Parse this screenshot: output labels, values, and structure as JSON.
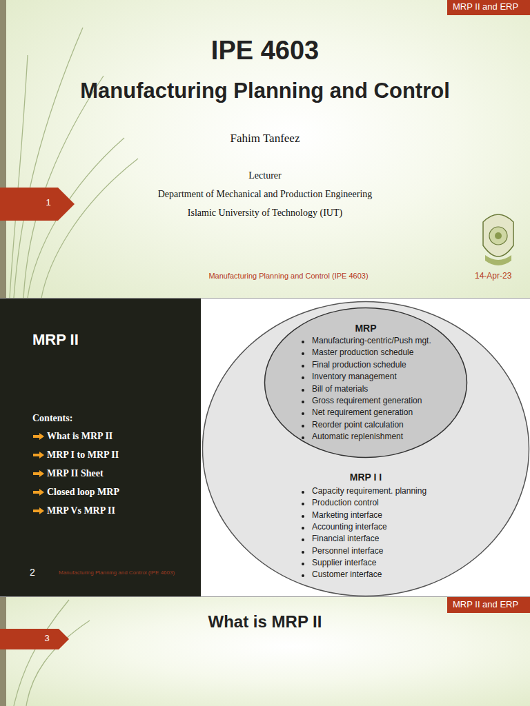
{
  "diagram": {
    "nodes": [
      {
        "text": [
          "MRP II and ERP"
        ]
      },
      {
        "text": [
          "1"
        ]
      },
      {
        "text": [
          "MRP II",
          "Contents:",
          "What is MRP II",
          "MRP I to MRP II",
          "MRP II Sheet",
          "Closed loop MRP",
          "MRP Vs MRP II",
          "2",
          "Manufacturing Planning and Control (IPE 4603)"
        ]
      },
      {
        "text": [
          "MRP I I",
          "Capacity requirement. planning",
          "Production control",
          "Marketing interface",
          "Accounting interface",
          "Financial interface",
          "Personnel interface",
          "Supplier interface",
          "Customer interface"
        ]
      },
      {
        "text": [
          "MRP",
          "Manufacturing-centric/Push mgt.",
          "Master production schedule",
          "Final production schedule",
          "Inventory management",
          "Bill of materials",
          "Gross requirement generation",
          "Net requirement generation",
          "Reorder point calculation",
          "Automatic replenishment"
        ],
        "in": 3
      },
      {
        "text": [
          "MRP II and ERP"
        ]
      },
      {
        "text": [
          "3"
        ]
      }
    ],
    "labels": [
      "IPE 4603",
      "Manufacturing Planning and Control",
      "Fahim Tanfeez",
      "Lecturer",
      "Department of Mechanical and Production Engineering",
      "Islamic University of Technology (IUT)",
      "Manufacturing Planning and Control (IPE 4603)",
      "14-Apr-23",
      "What is MRP II"
    ]
  }
}
